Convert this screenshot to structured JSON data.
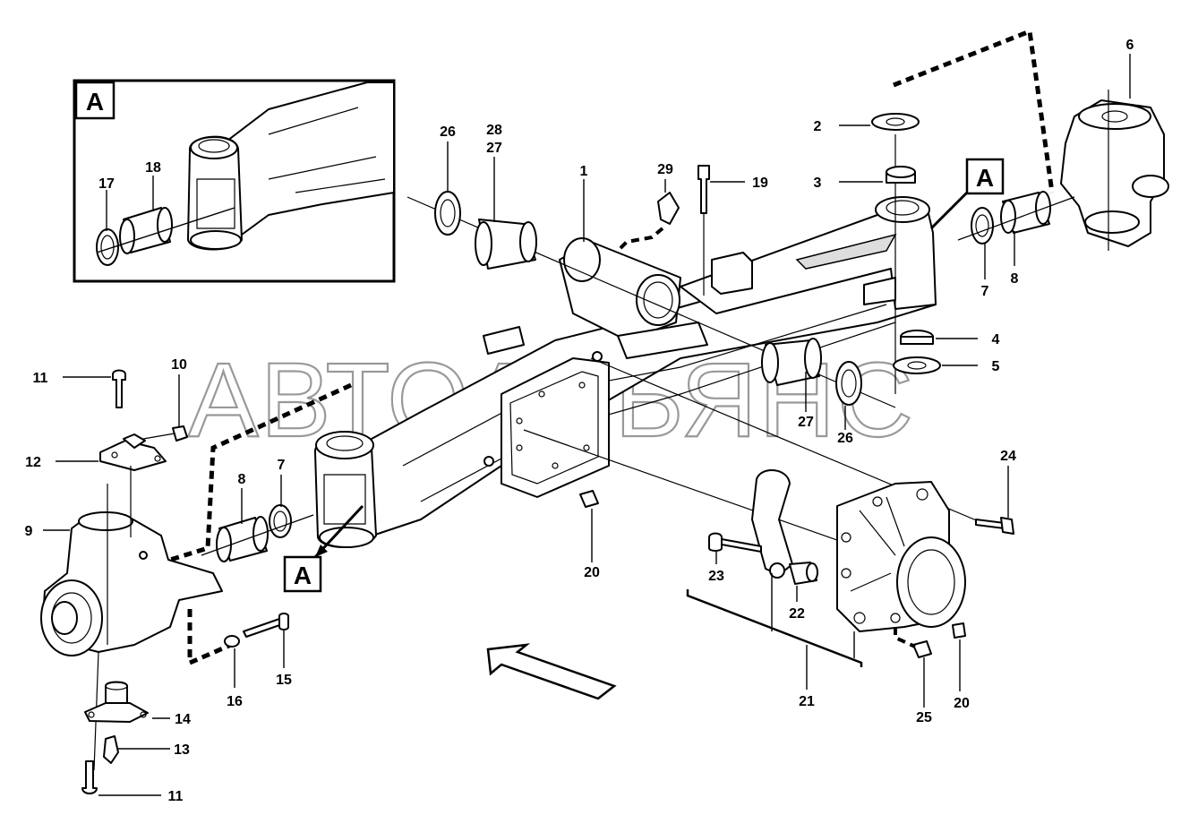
{
  "watermark": "АВТОАЛЬЯНС",
  "detail_label": "A",
  "callouts": {
    "c1": "1",
    "c2": "2",
    "c3": "3",
    "c4": "4",
    "c5": "5",
    "c6": "6",
    "c7a": "7",
    "c7b": "7",
    "c8a": "8",
    "c8b": "8",
    "c9": "9",
    "c10": "10",
    "c11a": "11",
    "c11b": "11",
    "c12": "12",
    "c13": "13",
    "c14": "14",
    "c15": "15",
    "c16": "16",
    "c17": "17",
    "c18": "18",
    "c19": "19",
    "c20a": "20",
    "c20b": "20",
    "c21": "21",
    "c22": "22",
    "c23": "23",
    "c24": "24",
    "c25": "25",
    "c26a": "26",
    "c26b": "26",
    "c27a": "27",
    "c27b": "27",
    "c28": "28",
    "c29": "29"
  }
}
